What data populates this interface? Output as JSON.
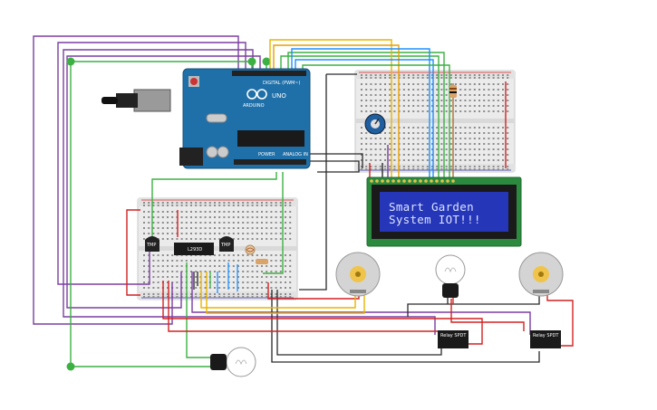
{
  "lcd": {
    "line1": "Smart Garden",
    "line2": "System IOT!!!"
  },
  "arduino": {
    "brand": "ARDUINO",
    "model": "UNO",
    "digital_label": "DIGITAL (PWM~)",
    "power_label": "POWER",
    "analog_label": "ANALOG IN"
  },
  "driver_chip": {
    "label": "L293D"
  },
  "transistors": [
    {
      "label": "TMP"
    },
    {
      "label": "TMP"
    }
  ],
  "relays": [
    {
      "label": "Relay SPDT"
    },
    {
      "label": "Relay SPDT"
    }
  ],
  "colors": {
    "arduino_blue": "#1f6fa8",
    "lcd_green": "#2b8a3e",
    "lcd_screen": "#2536b8",
    "wire_purple": "#7b3fa0",
    "wire_green": "#3cb043",
    "wire_red": "#d22222",
    "wire_yellow": "#e8b400",
    "wire_black": "#2a2a2a",
    "wire_blue": "#1e90ff"
  }
}
